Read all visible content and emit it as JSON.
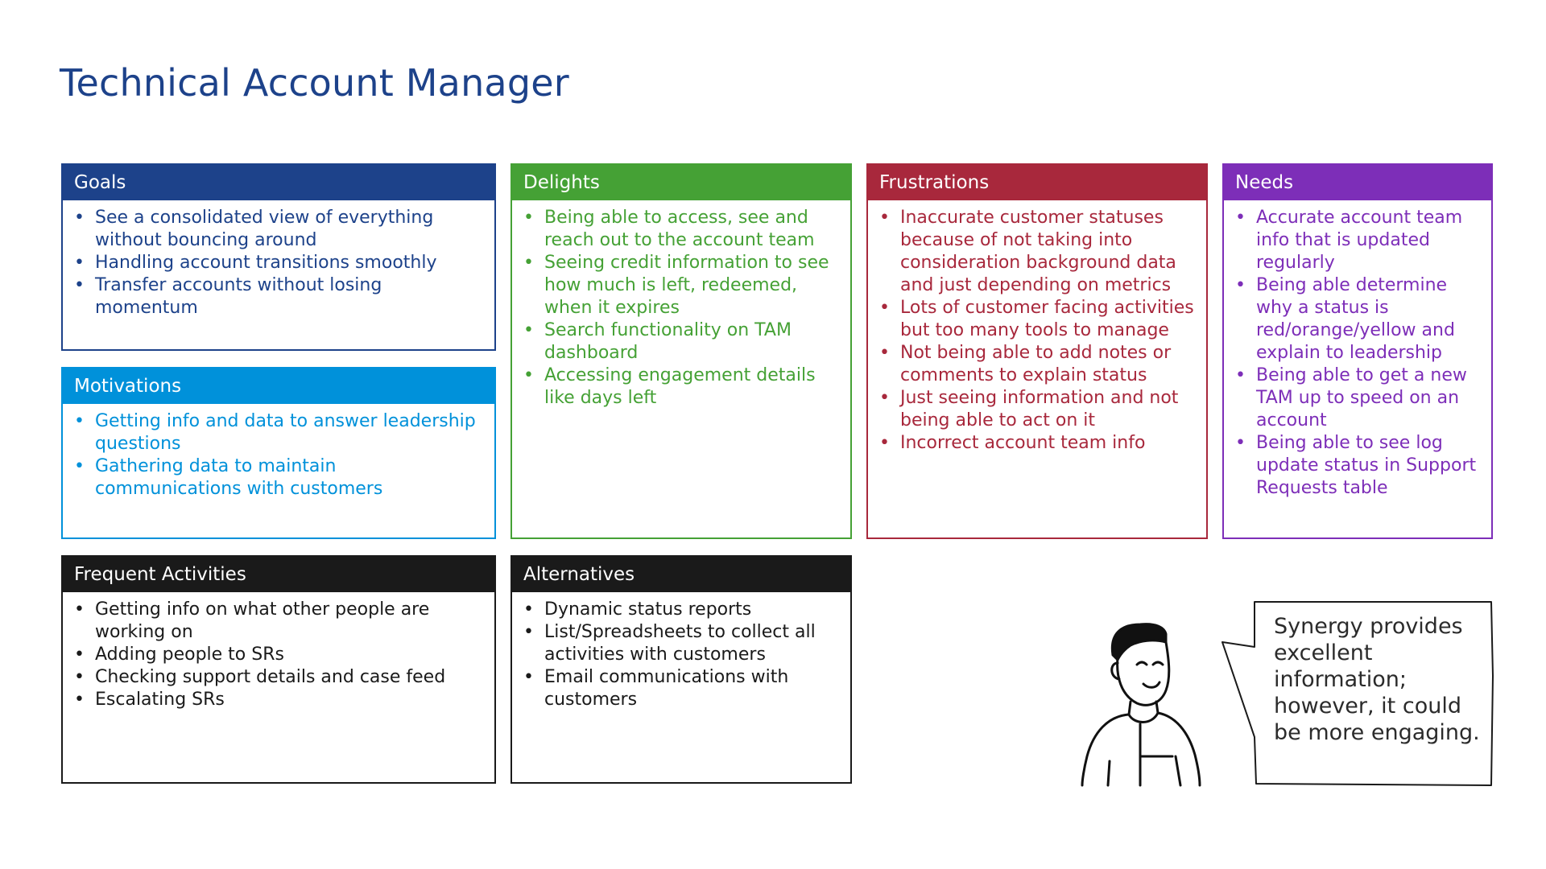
{
  "page": {
    "title": "Technical Account Manager"
  },
  "cards": {
    "goals": {
      "header": "Goals",
      "items": [
        "See a consolidated view of everything without bouncing around",
        "Handling account transitions smoothly",
        "Transfer accounts without losing momentum"
      ]
    },
    "motivations": {
      "header": "Motivations",
      "items": [
        "Getting info and data to answer leadership questions",
        "Gathering data to maintain communications with customers"
      ]
    },
    "delights": {
      "header": "Delights",
      "items": [
        "Being able to access, see and reach out to the account team",
        "Seeing credit information to see how much is left, redeemed, when it expires",
        "Search functionality on TAM dashboard",
        "Accessing engagement details like days left"
      ]
    },
    "frustrations": {
      "header": "Frustrations",
      "items": [
        "Inaccurate customer statuses because of not taking into consideration background data and just depending on metrics",
        "Lots of customer facing activities but too many tools to manage",
        "Not being able to add notes or comments to explain status",
        "Just seeing information and not being able to act on it",
        "Incorrect account team info"
      ]
    },
    "needs": {
      "header": "Needs",
      "items": [
        "Accurate account team info that is updated regularly",
        "Being able determine why a status is red/orange/yellow and explain to leadership",
        "Being able to get a new TAM up to speed on an account",
        "Being able to see log update status in Support Requests table"
      ]
    },
    "frequent": {
      "header": "Frequent Activities",
      "items": [
        "Getting info on what other people are working on",
        "Adding people to SRs",
        "Checking support details and case feed",
        "Escalating SRs"
      ]
    },
    "alternatives": {
      "header": "Alternatives",
      "items": [
        "Dynamic status reports",
        "List/Spreadsheets to collect all activities with customers",
        "Email communications with customers"
      ]
    }
  },
  "quote": {
    "text": "Synergy provides excellent information; however, it could be more engaging."
  },
  "colors": {
    "goals": "#1d428a",
    "motivations": "#0091da",
    "delights": "#45a135",
    "frustrations": "#a8283c",
    "needs": "#7d2eb8",
    "neutral": "#1a1a1a"
  },
  "illustration": {
    "icon": "persona-person-icon",
    "bubble": "speech-bubble"
  }
}
